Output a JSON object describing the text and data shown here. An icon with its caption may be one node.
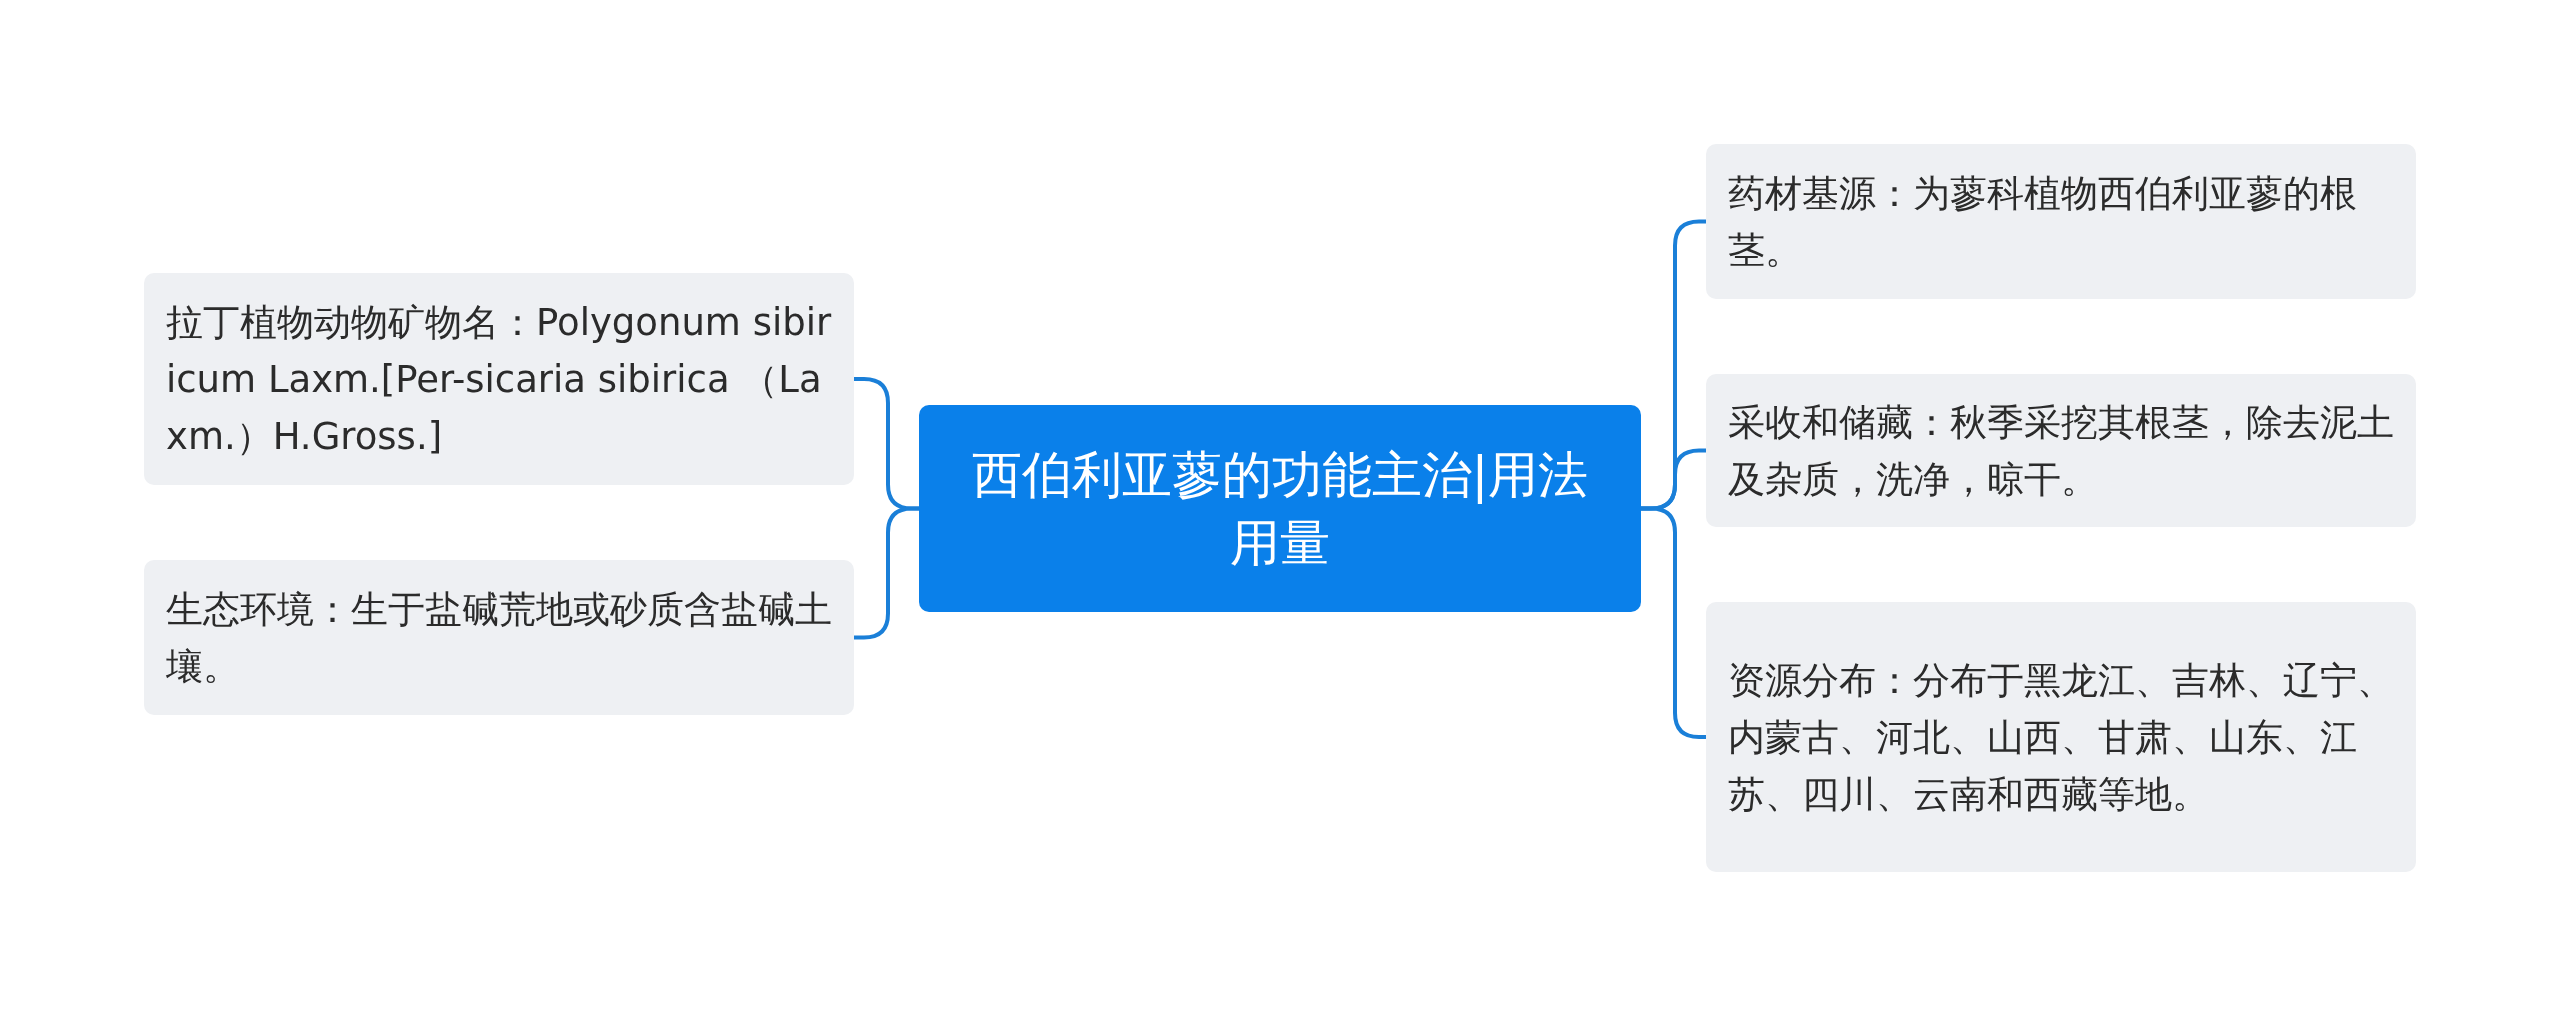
{
  "diagram": {
    "nodes": [
      {
        "text": [
          "西伯利亚蓼的功能主治|用法用量"
        ]
      },
      {
        "text": [
          "拉丁植物动物矿物名：Polygonum sibiricum Laxm.[Per-sicaria sibirica （Laxm.）H.Gross.]"
        ]
      },
      {
        "text": [
          "生态环境：生于盐碱荒地或砂质含盐碱土壤。"
        ]
      },
      {
        "text": [
          "药材基源：为蓼科植物西伯利亚蓼的根茎。"
        ]
      },
      {
        "text": [
          "采收和储藏：秋季采挖其根茎，除去泥土及杂质，洗净，晾干。"
        ]
      },
      {
        "text": [
          "资源分布：分布于黑龙江、吉林、辽宁、内蒙古、河北、山西、甘肃、山东、江苏、四川、云南和西藏等地。"
        ]
      }
    ],
    "edges": [
      {
        "from": 0,
        "to": 1,
        "arrow": "none"
      },
      {
        "from": 0,
        "to": 2,
        "arrow": "none"
      },
      {
        "from": 0,
        "to": 3,
        "arrow": "none"
      },
      {
        "from": 0,
        "to": 4,
        "arrow": "none"
      },
      {
        "from": 0,
        "to": 5,
        "arrow": "none"
      }
    ]
  }
}
